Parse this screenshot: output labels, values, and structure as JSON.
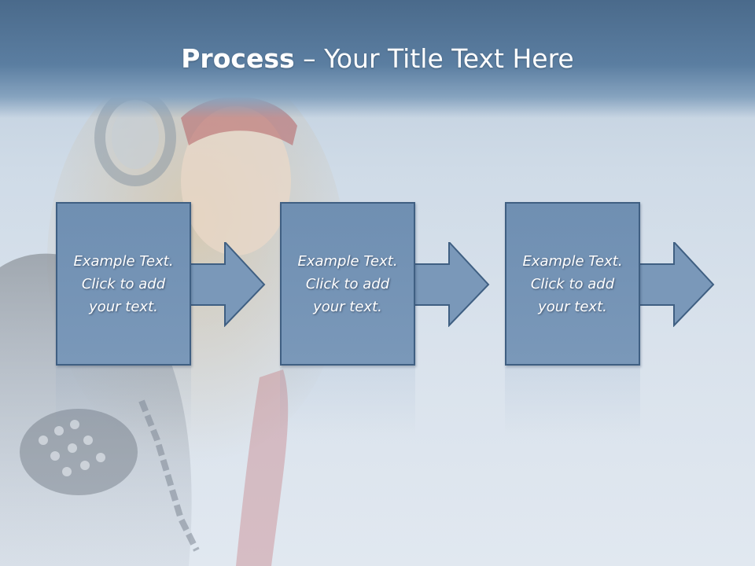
{
  "title": {
    "strong": "Process",
    "rest": " – Your Title Text Here"
  },
  "steps": [
    {
      "line1": "Example Text.",
      "line2": "Click  to add",
      "line3": "your text."
    },
    {
      "line1": "Example Text.",
      "line2": "Click  to add",
      "line3": "your text."
    },
    {
      "line1": "Example Text.",
      "line2": "Click  to add",
      "line3": "your text."
    }
  ],
  "colors": {
    "box_fill": "#7592b5",
    "box_border": "#3f5f82",
    "title_band": "#5b7ea1",
    "background": "#d3deea"
  }
}
